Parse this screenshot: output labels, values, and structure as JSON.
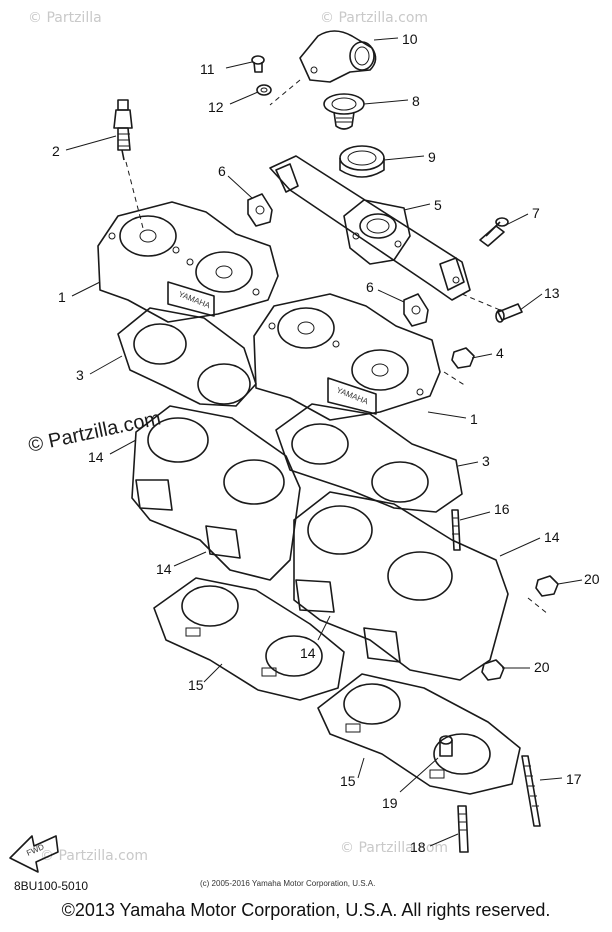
{
  "watermarks": {
    "tl": "© Partzilla",
    "tr": "© Partzilla.com",
    "mid": "© Partzilla.com",
    "bl": "© Partzilla.com",
    "br": "© Partzilla.com"
  },
  "callouts": [
    {
      "id": "c10",
      "label": "10"
    },
    {
      "id": "c11",
      "label": "11"
    },
    {
      "id": "c8",
      "label": "8"
    },
    {
      "id": "c12",
      "label": "12"
    },
    {
      "id": "c2",
      "label": "2"
    },
    {
      "id": "c9",
      "label": "9"
    },
    {
      "id": "c6a",
      "label": "6"
    },
    {
      "id": "c5",
      "label": "5"
    },
    {
      "id": "c7",
      "label": "7"
    },
    {
      "id": "c1a",
      "label": "1"
    },
    {
      "id": "c6b",
      "label": "6"
    },
    {
      "id": "c13",
      "label": "13"
    },
    {
      "id": "c3a",
      "label": "3"
    },
    {
      "id": "c4",
      "label": "4"
    },
    {
      "id": "c1b",
      "label": "1"
    },
    {
      "id": "c14a",
      "label": "14"
    },
    {
      "id": "c3b",
      "label": "3"
    },
    {
      "id": "c16",
      "label": "16"
    },
    {
      "id": "c14b",
      "label": "14"
    },
    {
      "id": "c14c",
      "label": "14"
    },
    {
      "id": "c20a",
      "label": "20"
    },
    {
      "id": "c14d",
      "label": "14"
    },
    {
      "id": "c20b",
      "label": "20"
    },
    {
      "id": "c15a",
      "label": "15"
    },
    {
      "id": "c17",
      "label": "17"
    },
    {
      "id": "c15b",
      "label": "15"
    },
    {
      "id": "c19",
      "label": "19"
    },
    {
      "id": "c18",
      "label": "18"
    }
  ],
  "brand_text": "YAMAHA",
  "fwd_label": "FWD",
  "diagram_code": "8BU100-5010",
  "small_copyright": "(c) 2005-2016 Yamaha Motor Corporation, U.S.A.",
  "footer_copyright": "©2013 Yamaha Motor Corporation, U.S.A. All rights reserved."
}
